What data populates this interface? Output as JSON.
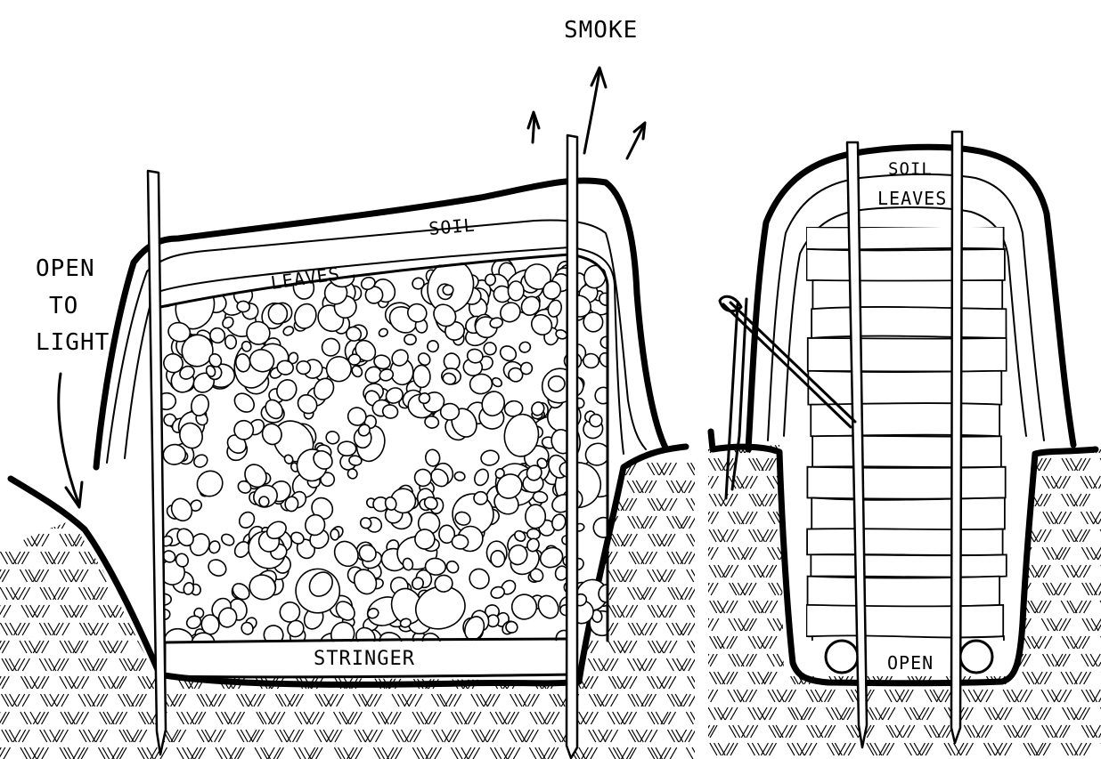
{
  "labels": {
    "smoke": "SMOKE",
    "open_to_light_1": "OPEN",
    "open_to_light_2": "TO",
    "open_to_light_3": "LIGHT",
    "left_soil": "SOIL",
    "left_leaves": "LEAVES",
    "stringer": "STRINGER",
    "right_soil": "SOIL",
    "right_leaves": "LEAVES",
    "right_open": "OPEN"
  }
}
